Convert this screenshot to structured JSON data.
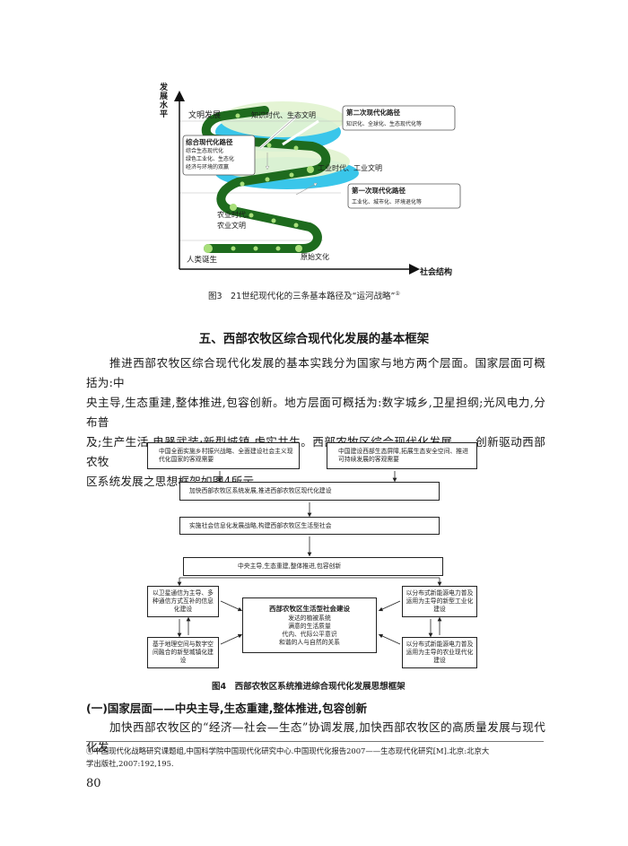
{
  "figure3": {
    "y_axis_label": "发展水平",
    "x_axis_label": "社会结构",
    "labels": {
      "wenming": "文明发展",
      "zhishi": "知识时代、生态文明",
      "gongye": "工业时代、工业文明",
      "nongye1": "农业时代、",
      "nongye2": "农业文明",
      "renlei": "人类诞生",
      "yuanshi": "原始文化"
    },
    "callout_second": {
      "title": "第二次现代化路径",
      "text": "知识化、全球化、生态现代化等"
    },
    "callout_integrated": {
      "title": "综合现代化路径",
      "lines": [
        "综合生态现代化",
        "绿色工业化、生态化",
        "经济与环境的双赢"
      ]
    },
    "callout_first": {
      "title": "第一次现代化路径",
      "text": "工业化、城市化、环境退化等"
    },
    "caption": "图3　21世纪现代化的三条基本路径及“运河战略”",
    "caption_note": "①"
  },
  "section_heading": "五、西部农牧区综合现代化发展的基本框架",
  "paragraph1": {
    "lines": [
      "推进西部农牧区综合现代化发展的基本实践分为国家与地方两个层面。国家层面可概括为:中",
      "央主导,生态重建,整体推进,包容创新。地方层面可概括为:数字城乡,卫星担纲;光风电力,分布普",
      "及;生产生活,电器武装;新型城镇,虚实共生。西部农牧区综合现代化发展——创新驱动西部农牧",
      "区系统发展之思想框架如图4所示。"
    ]
  },
  "figure4": {
    "top_left": "中国全面实施乡村振兴战略、全面建设社会主义现代化国家的客观需要",
    "top_right": "中国建设西部生态屏障,拓展生态安全空间、推进可持续发展的客观需要",
    "box2": "加快西部农牧区系统发展,推进西部农牧区现代化建设",
    "box3": "实施社会信息化发展战略,构建西部农牧区生活型社会",
    "box4": "中央主导,生态重建,整体推进,包容创新",
    "left_top": "以卫星通信为主导、多种通信方式互补的信息化建设",
    "left_bottom": "基于地理空间与数字空间融合的新型城镇化建设",
    "center_title": "西部农牧区生活型社会建设",
    "center_lines": [
      "发达的植被系统",
      "满意的生活质量",
      "代内、代际公平意识",
      "和谐的人与自然的关系"
    ],
    "right_top": "以分布式新能源电力普及运用为主导的新型工业化建设",
    "right_bottom": "以分布式新能源电力普及运用为主导的农业现代化建设",
    "caption": "图4　西部农牧区系统推进综合现代化发展思想框架"
  },
  "subheading": "(一)国家层面——中央主导,生态重建,整体推进,包容创新",
  "paragraph2": "加快西部农牧区的“经济—社会—生态”协调发展,加快西部农牧区的高质量发展与现代化发",
  "footnote": {
    "line1": "①中国现代化战略研究课题组,中国科学院中国现代化研究中心.中国现代化报告2007——生态现代化研究[M].北京:北京大",
    "line2": "学出版社,2007:192,195."
  },
  "page_number": "80",
  "colors": {
    "green_dark": "#1e6b1e",
    "green_light": "#a8df7a",
    "cyan": "#39c6ea",
    "bubble": "#d9f0c6"
  }
}
